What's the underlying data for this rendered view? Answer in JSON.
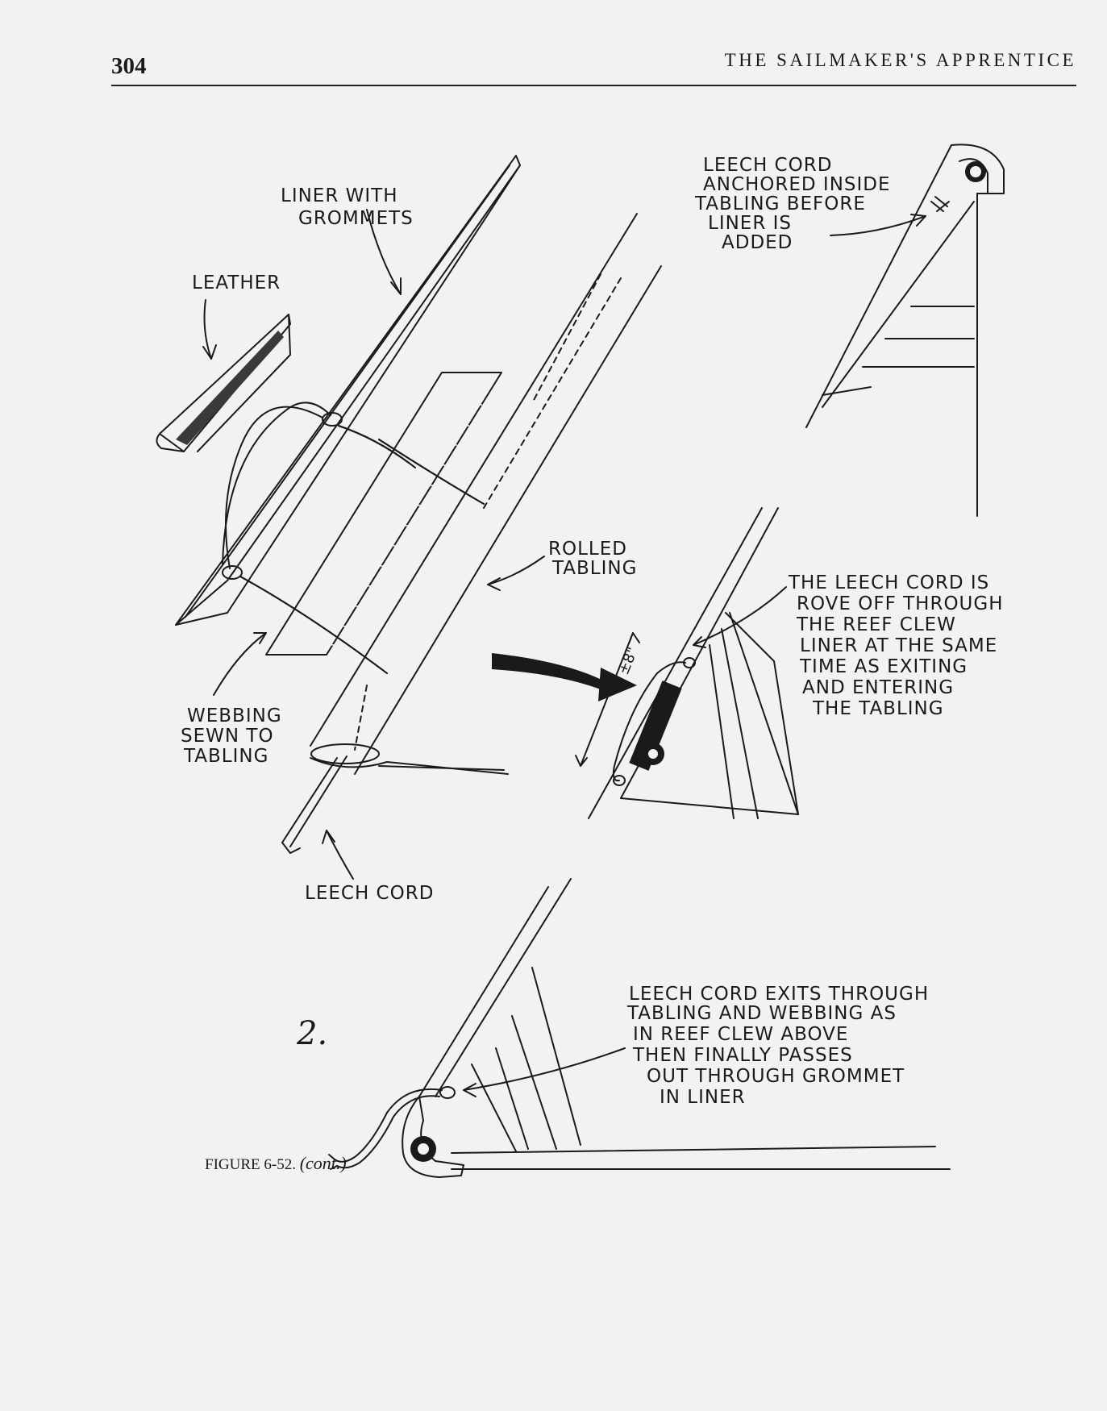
{
  "header": {
    "page_number": "304",
    "running_head": "THE SAILMAKER'S APPRENTICE"
  },
  "figure": {
    "labels": {
      "liner_with_grommets": [
        "LINER WITH",
        "GROMMETS"
      ],
      "leather": "LEATHER",
      "leech_cord_anchored": [
        "LEECH CORD",
        "ANCHORED INSIDE",
        "TABLING BEFORE",
        "LINER IS",
        "ADDED"
      ],
      "rolled_tabling": [
        "ROLLED",
        "TABLING"
      ],
      "leech_cord_rove": [
        "THE LEECH CORD IS",
        "ROVE OFF THROUGH",
        "THE REEF CLEW",
        "LINER AT THE SAME",
        "TIME AS EXITING",
        "AND ENTERING",
        "THE TABLING"
      ],
      "webbing_sewn": [
        "WEBBING",
        "SEWN TO",
        "TABLING"
      ],
      "leech_cord": "LEECH CORD",
      "dimension": "±8\"",
      "step_marker": "2.",
      "leech_cord_exits": [
        "LEECH CORD EXITS THROUGH",
        "TABLING AND WEBBING AS",
        "IN REEF CLEW ABOVE",
        "THEN FINALLY PASSES",
        "OUT THROUGH GROMMET",
        "IN LINER"
      ]
    },
    "caption": {
      "number": "FIGURE 6-52.",
      "suffix": "(cont.)"
    }
  }
}
